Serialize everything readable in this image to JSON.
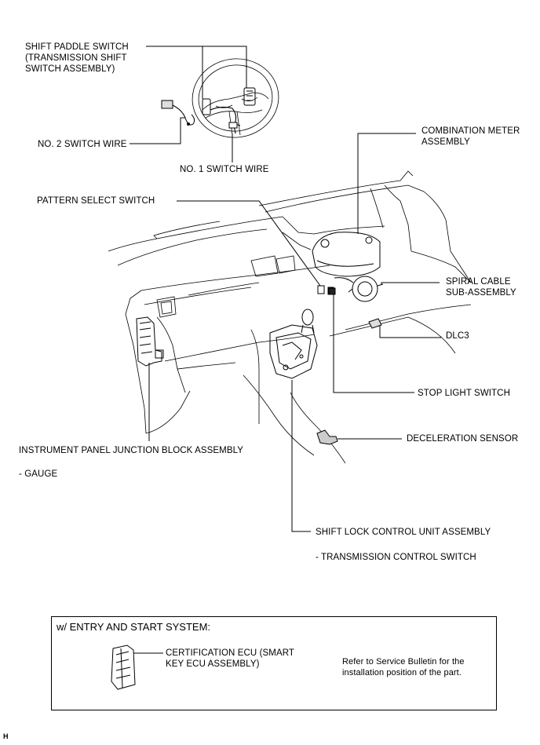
{
  "labels": {
    "shift_paddle_switch": "SHIFT PADDLE SWITCH\n(TRANSMISSION SHIFT\nSWITCH ASSEMBLY)",
    "no2_switch_wire": "NO. 2 SWITCH WIRE",
    "no1_switch_wire": "NO. 1 SWITCH WIRE",
    "combination_meter": "COMBINATION METER\nASSEMBLY",
    "pattern_select_switch": "PATTERN SELECT SWITCH",
    "spiral_cable": "SPIRAL CABLE\nSUB-ASSEMBLY",
    "dlc3": "DLC3",
    "stop_light_switch": "STOP LIGHT SWITCH",
    "deceleration_sensor": "DECELERATION SENSOR",
    "junction_block": "INSTRUMENT PANEL JUNCTION BLOCK ASSEMBLY",
    "gauge": "- GAUGE",
    "shift_lock_unit": "SHIFT LOCK CONTROL UNIT ASSEMBLY",
    "transmission_control_switch": "- TRANSMISSION CONTROL SWITCH"
  },
  "note_box": {
    "title": "w/ ENTRY AND START SYSTEM:",
    "certification_ecu": "CERTIFICATION ECU (SMART\nKEY ECU ASSEMBLY)",
    "refer_note": "Refer to Service Bulletin for the\ninstallation position of the part."
  },
  "footer_mark": "H"
}
